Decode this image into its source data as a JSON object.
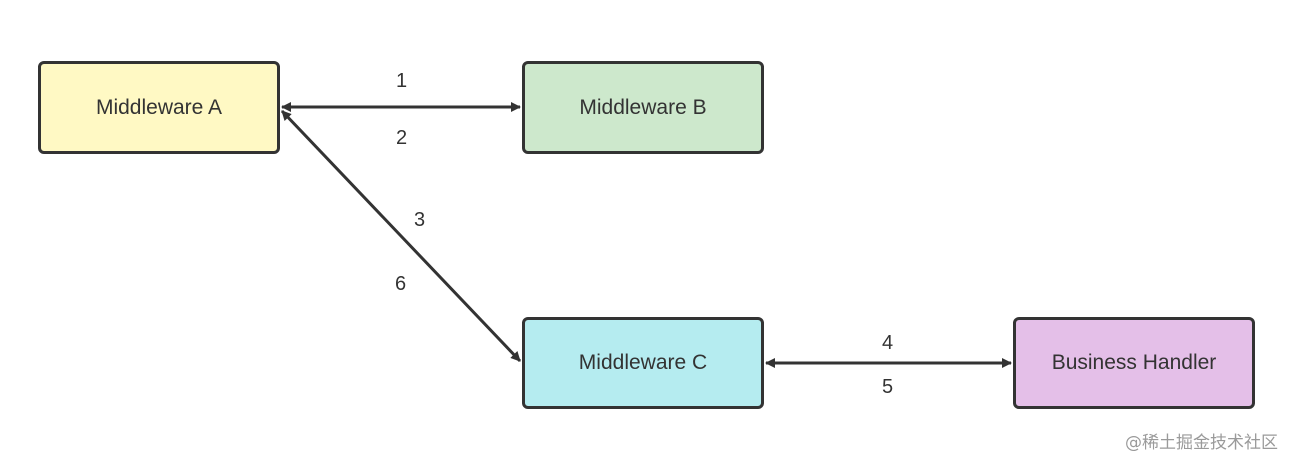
{
  "nodes": {
    "middleware_a": {
      "label": "Middleware A",
      "fill": "#fff9c4"
    },
    "middleware_b": {
      "label": "Middleware B",
      "fill": "#cde8cc"
    },
    "middleware_c": {
      "label": "Middleware C",
      "fill": "#b5ecf0"
    },
    "business_handler": {
      "label": "Business Handler",
      "fill": "#e4bfe8"
    }
  },
  "edges": [
    {
      "from": "middleware_a",
      "to": "middleware_b",
      "labels": [
        "1",
        "2"
      ],
      "bidirectional": true
    },
    {
      "from": "middleware_a",
      "to": "middleware_c",
      "labels": [
        "3",
        "6"
      ],
      "bidirectional": true
    },
    {
      "from": "middleware_c",
      "to": "business_handler",
      "labels": [
        "4",
        "5"
      ],
      "bidirectional": true
    }
  ],
  "colors": {
    "stroke": "#333333",
    "text": "#333333",
    "watermark": "#9a9a9a"
  },
  "watermark": "@稀土掘金技术社区"
}
